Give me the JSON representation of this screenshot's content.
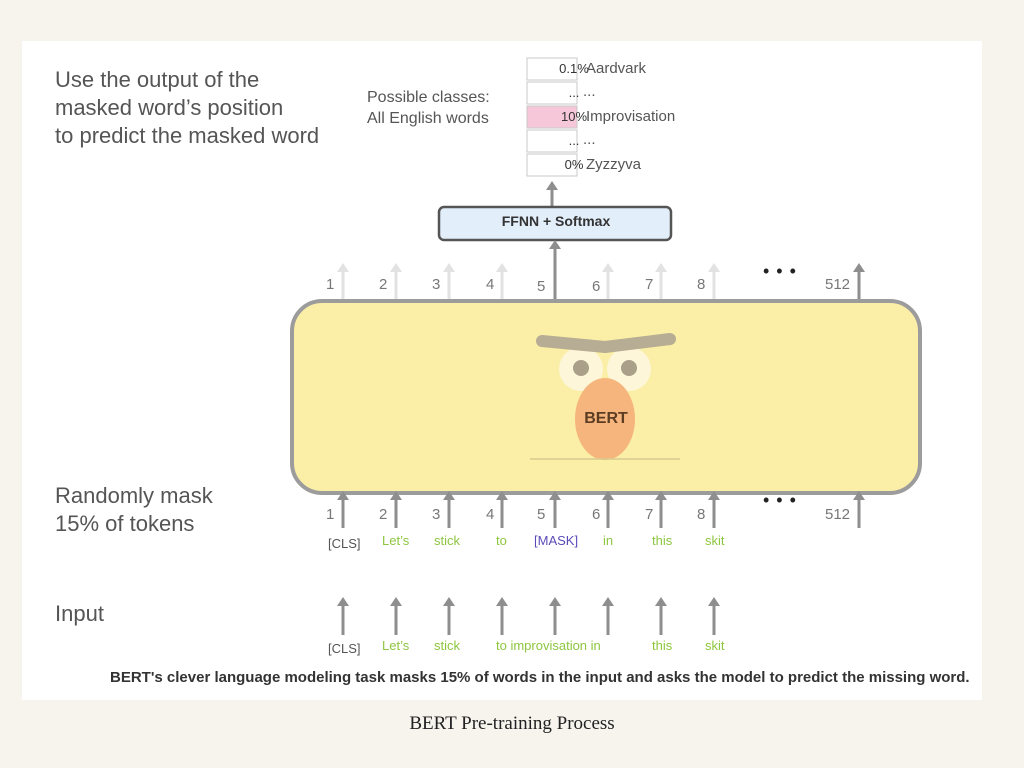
{
  "headings": {
    "predict": [
      "Use the output of the",
      "masked word’s position",
      "to predict the masked word"
    ],
    "mask": [
      "Randomly mask",
      "15% of tokens"
    ],
    "input": "Input",
    "classes": [
      "Possible classes:",
      "All English words"
    ]
  },
  "output_distribution": [
    {
      "prob": "0.1%",
      "word": "Aardvark",
      "highlight": false
    },
    {
      "prob": "...",
      "word": "...",
      "highlight": false
    },
    {
      "prob": "10%",
      "word": "Improvisation",
      "highlight": true
    },
    {
      "prob": "...",
      "word": "...",
      "highlight": false
    },
    {
      "prob": "0%",
      "word": "Zyzzyva",
      "highlight": false
    }
  ],
  "ffnn_label": "FFNN + Softmax",
  "model_label": "BERT",
  "position_indices": [
    "1",
    "2",
    "3",
    "4",
    "5",
    "6",
    "7",
    "8"
  ],
  "ellipsis": "• • •",
  "last_index": "512",
  "masked_tokens": [
    "[CLS]",
    "Let’s",
    "stick",
    "to",
    "[MASK]",
    "in",
    "this",
    "skit"
  ],
  "input_tokens": [
    "[CLS]",
    "Let’s",
    "stick",
    "to improvisation in",
    "this",
    "skit"
  ],
  "caption": "BERT's clever language modeling task masks 15% of words in the input and asks the model to predict the missing word.",
  "footer": "BERT Pre-training Process",
  "colors": {
    "green_token": "#8dc63f",
    "mask_token": "#5b4bb7",
    "model_fill": "#fbeea6",
    "highlight": "#f6c6d9",
    "ffnn_fill": "#e3eefb"
  }
}
